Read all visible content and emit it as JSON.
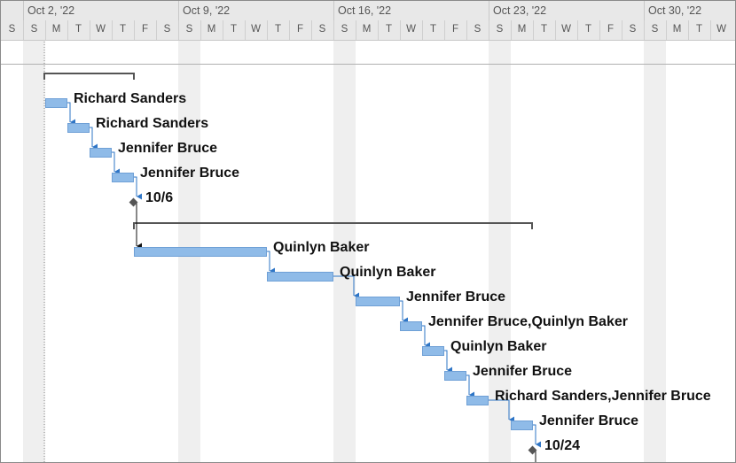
{
  "timeline": {
    "weeks": [
      "Oct 2, '22",
      "Oct 9, '22",
      "Oct 16, '22",
      "Oct 23, '22",
      "Oct 30, '22"
    ],
    "days": [
      "S",
      "S",
      "M",
      "T",
      "W",
      "T",
      "F",
      "S",
      "S",
      "M",
      "T",
      "W",
      "T",
      "F",
      "S",
      "S",
      "M",
      "T",
      "W",
      "T",
      "F",
      "S",
      "S",
      "M",
      "T",
      "W",
      "T",
      "F",
      "S",
      "S",
      "M",
      "T",
      "W"
    ]
  },
  "tasks": [
    {
      "label": "Richard Sanders"
    },
    {
      "label": "Richard Sanders"
    },
    {
      "label": "Jennifer Bruce"
    },
    {
      "label": "Jennifer Bruce"
    },
    {
      "label": "10/6"
    },
    {
      "label": "Quinlyn Baker"
    },
    {
      "label": "Quinlyn Baker"
    },
    {
      "label": "Jennifer Bruce"
    },
    {
      "label": "Jennifer Bruce,Quinlyn Baker"
    },
    {
      "label": "Quinlyn Baker"
    },
    {
      "label": "Jennifer Bruce"
    },
    {
      "label": "Richard Sanders,Jennifer Bruce"
    },
    {
      "label": "Jennifer Bruce"
    },
    {
      "label": "10/24"
    }
  ],
  "colors": {
    "bar": "#8fbbe8",
    "link": "#2e75c6",
    "summary": "#555555",
    "weekend": "#efefef"
  }
}
